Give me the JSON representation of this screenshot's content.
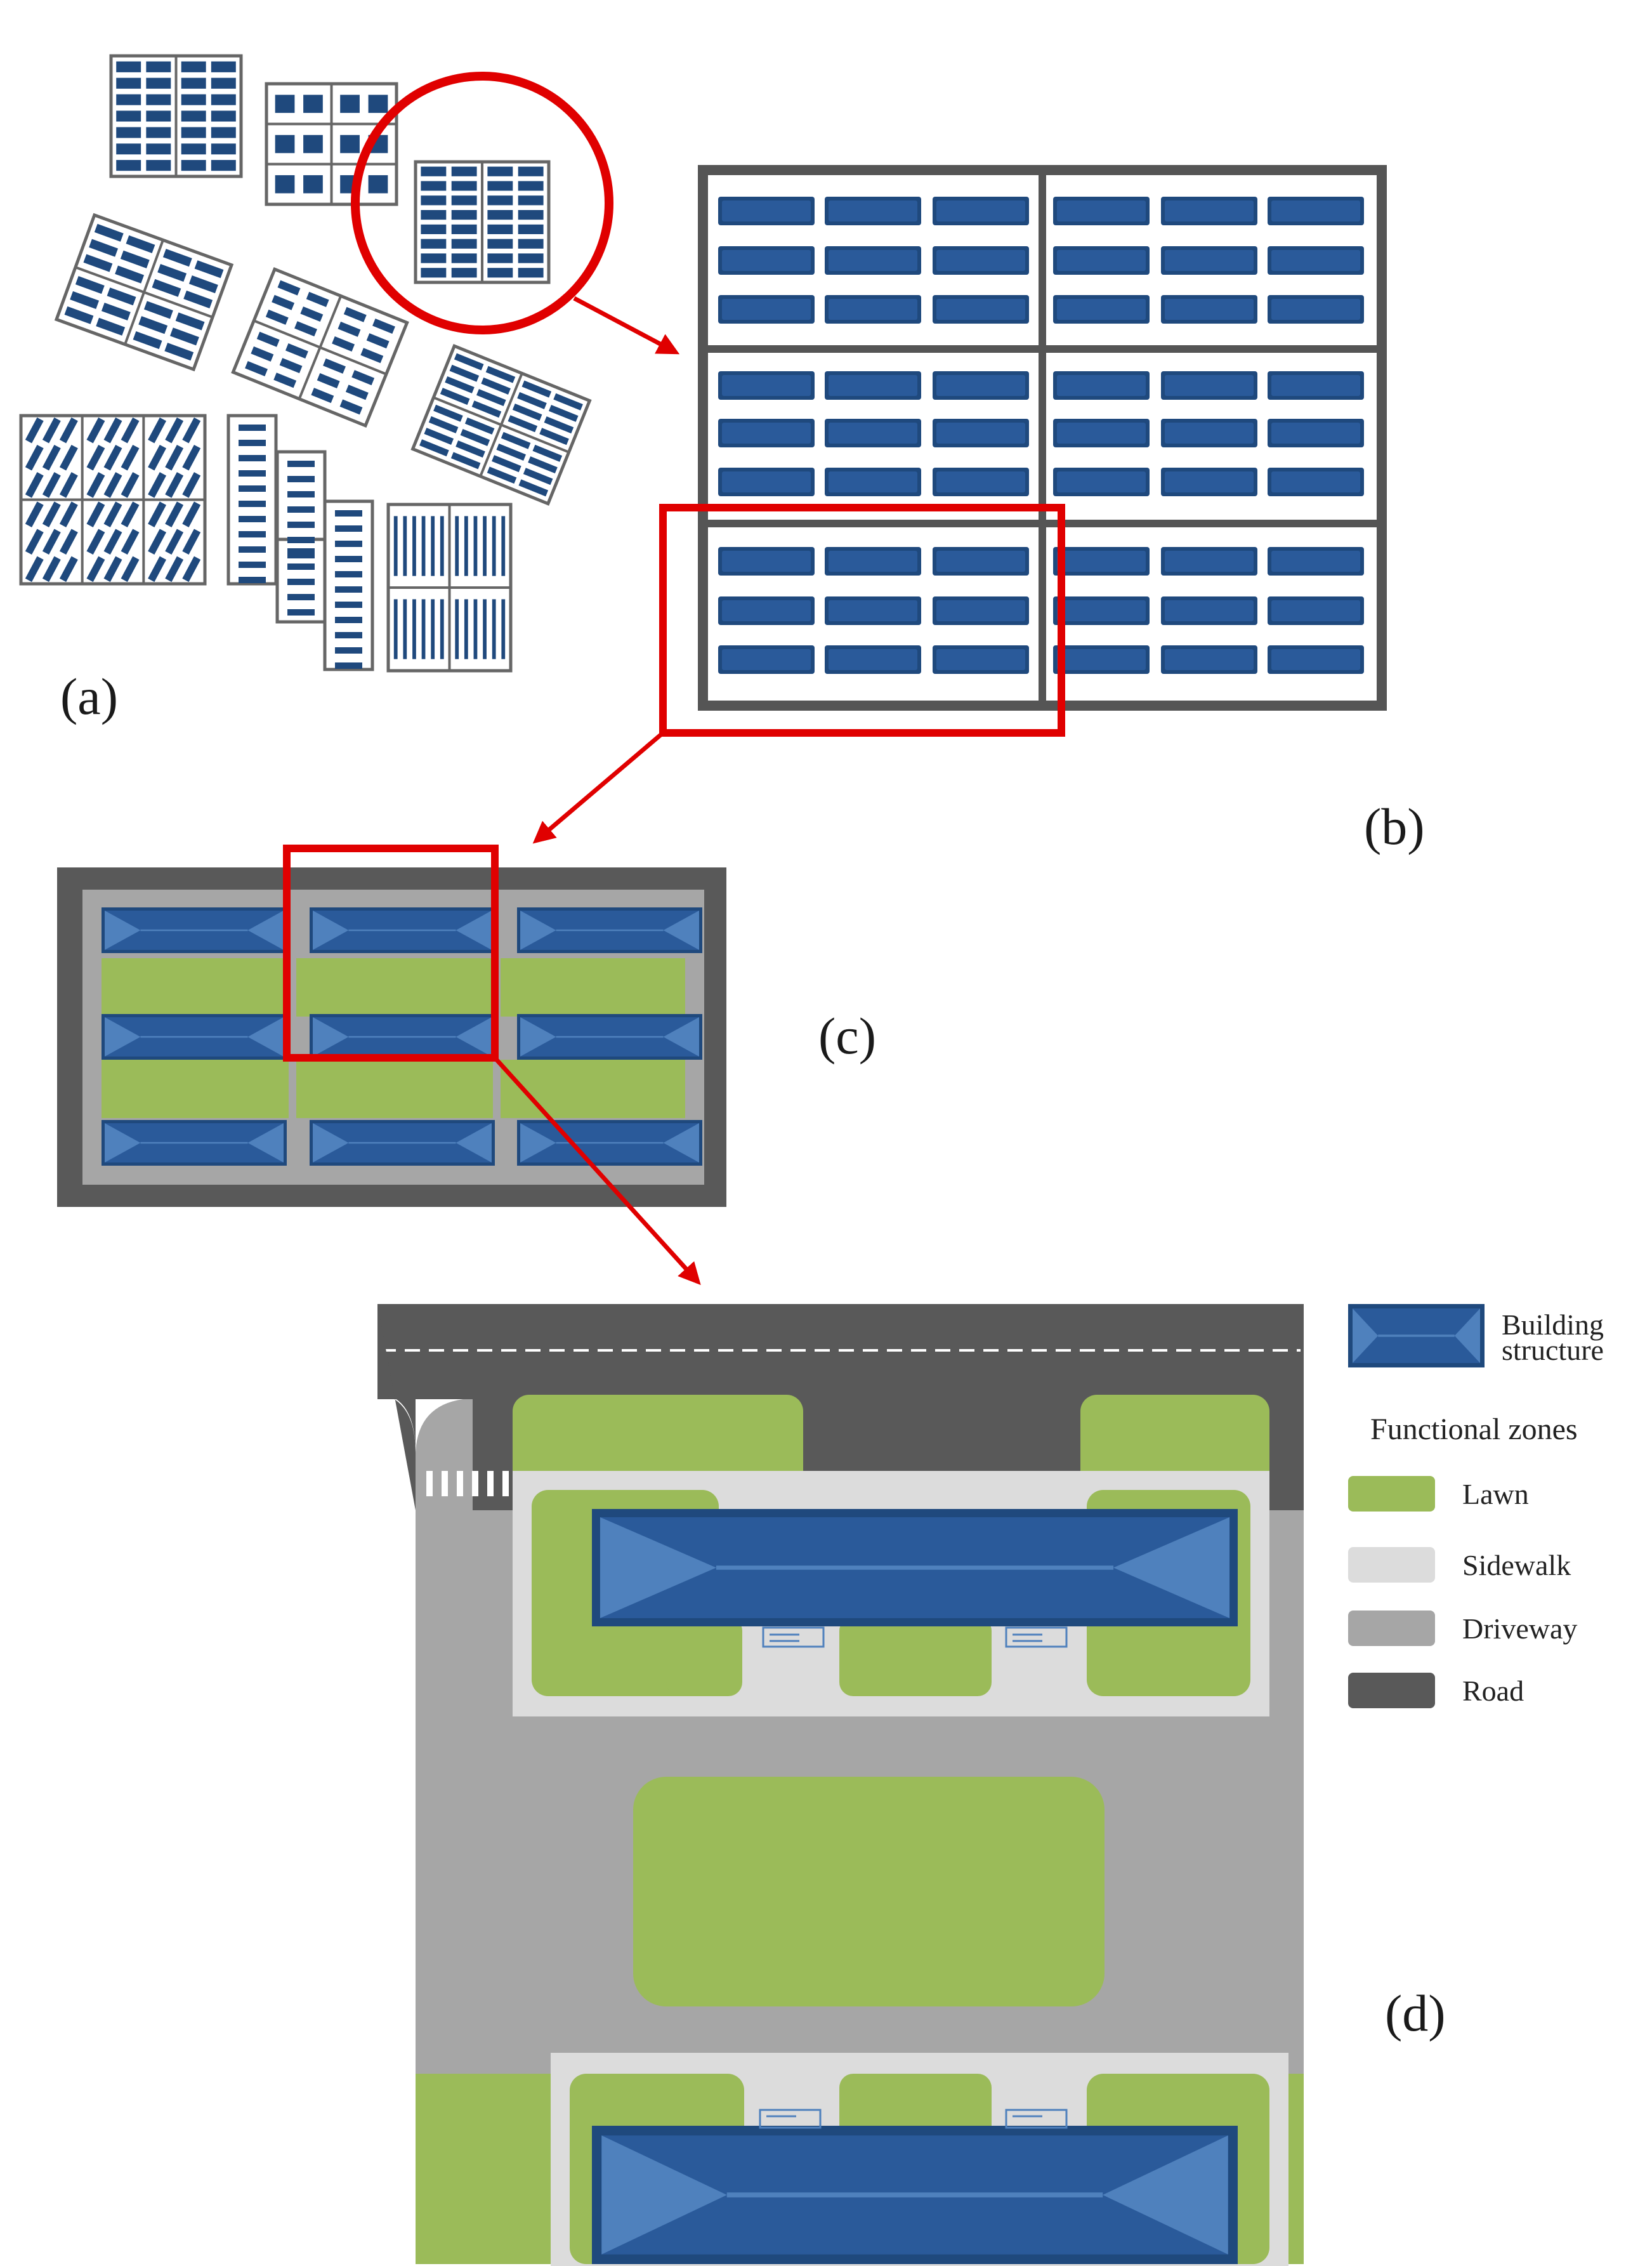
{
  "panels": {
    "a": "(a)",
    "b": "(b)",
    "c": "(c)",
    "d": "(d)"
  },
  "legend": {
    "building_line1": "Building",
    "building_line2": "structure",
    "functional_title": "Functional zones",
    "items": [
      {
        "label": "Lawn",
        "color": "#9bbb59"
      },
      {
        "label": "Sidewalk",
        "color": "#dcdcdc"
      },
      {
        "label": "Driveway",
        "color": "#a6a6a6"
      },
      {
        "label": "Road",
        "color": "#595959"
      }
    ]
  },
  "colors": {
    "building_dark": "#1f497d",
    "building_roof": "#2a5a9a",
    "building_light": "#4f81bd",
    "highlight": "#e00000",
    "frame": "#555555",
    "lawn": "#9bbb59",
    "sidewalk": "#dcdcdc",
    "driveway": "#a6a6a6",
    "road": "#595959"
  }
}
